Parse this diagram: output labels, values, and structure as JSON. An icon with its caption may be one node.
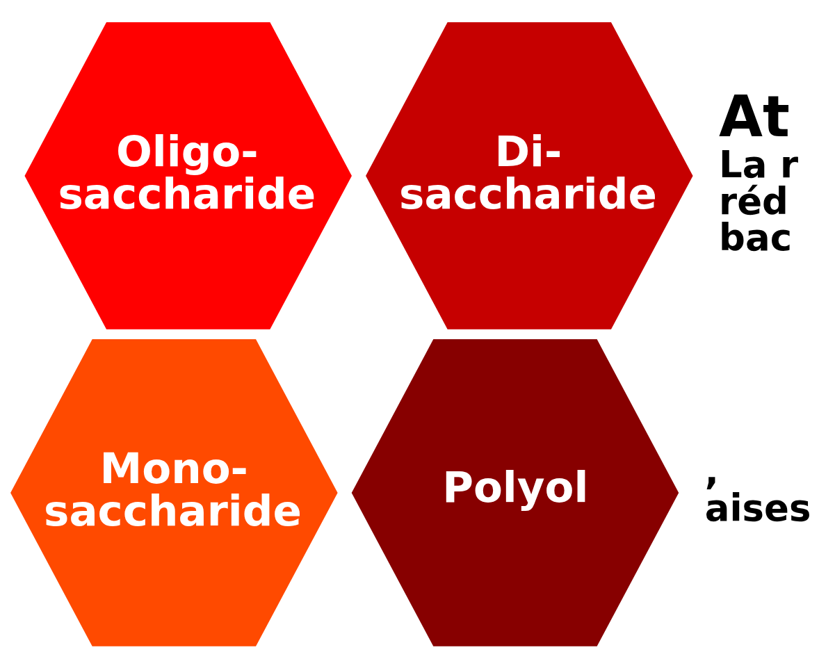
{
  "diagram": {
    "nodes": [
      {
        "text": [
          "Oligo- saccharide"
        ]
      },
      {
        "text": [
          "Di- saccharide"
        ]
      },
      {
        "text": [
          "Mono- saccharide"
        ]
      },
      {
        "text": [
          "Polyol"
        ]
      }
    ],
    "labels": [
      "At",
      "La r",
      "réd",
      "bac",
      ",",
      "aises"
    ]
  }
}
